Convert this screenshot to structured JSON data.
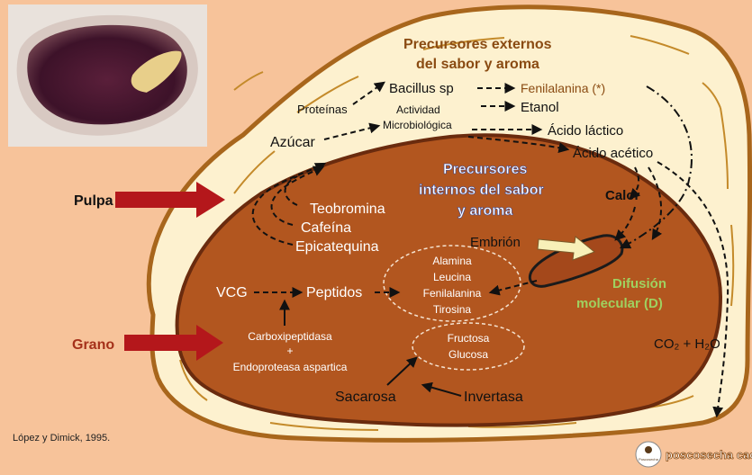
{
  "colors": {
    "background": "#f7c39a",
    "pulp": "#fdf1cf",
    "pulp_stroke": "#a8661c",
    "grain": "#b2561f",
    "grain_stroke": "#6a2b0e",
    "arrow_red": "#b4171b",
    "heading_brown": "#8a4b12",
    "white_heading": "#3a4a9a",
    "green_text": "#9fd160",
    "embryo_arrow": "#f8f0b8"
  },
  "labels": {
    "pulpa": "Pulpa",
    "grano": "Grano",
    "ext_title_1": "Precursores externos",
    "ext_title_2": "del sabor y aroma",
    "int_title_1": "Precursores",
    "int_title_2": "internos del sabor",
    "int_title_3": "y aroma",
    "bacillus": "Bacillus sp",
    "fenilalanina_ext": "Fenilalanina (*)",
    "proteinas": "Proteínas",
    "actividad_1": "Actividad",
    "actividad_2": "Microbiológica",
    "etanol": "Etanol",
    "azucar": "Azúcar",
    "acido_lactico": "Ácido láctico",
    "acido_acetico": "Ácido acético",
    "calor": "Calor",
    "teobromina": "Teobromina",
    "cafeina": "Cafeína",
    "epicatequina": "Epicatequina",
    "embrion": "Embrión",
    "vcg": "VCG",
    "peptidos": "Peptidos",
    "amino_1": "Alamina",
    "amino_2": "Leucina",
    "amino_3": "Fenilalanina",
    "amino_4": "Tirosina",
    "difusion_1": "Difusión",
    "difusion_2": "molecular (D)",
    "enzyme_1": "Carboxipeptidasa",
    "enzyme_plus": "+",
    "enzyme_2": "Endoproteasa aspartica",
    "sugar_1": "Fructosa",
    "sugar_2": "Glucosa",
    "sacarosa": "Sacarosa",
    "invertasa": "Invertasa",
    "co2": "CO₂ + H₂O",
    "citation": "López y Dimick, 1995.",
    "brand": "poscosecha caca",
    "logo_text": "Poscosecha"
  }
}
